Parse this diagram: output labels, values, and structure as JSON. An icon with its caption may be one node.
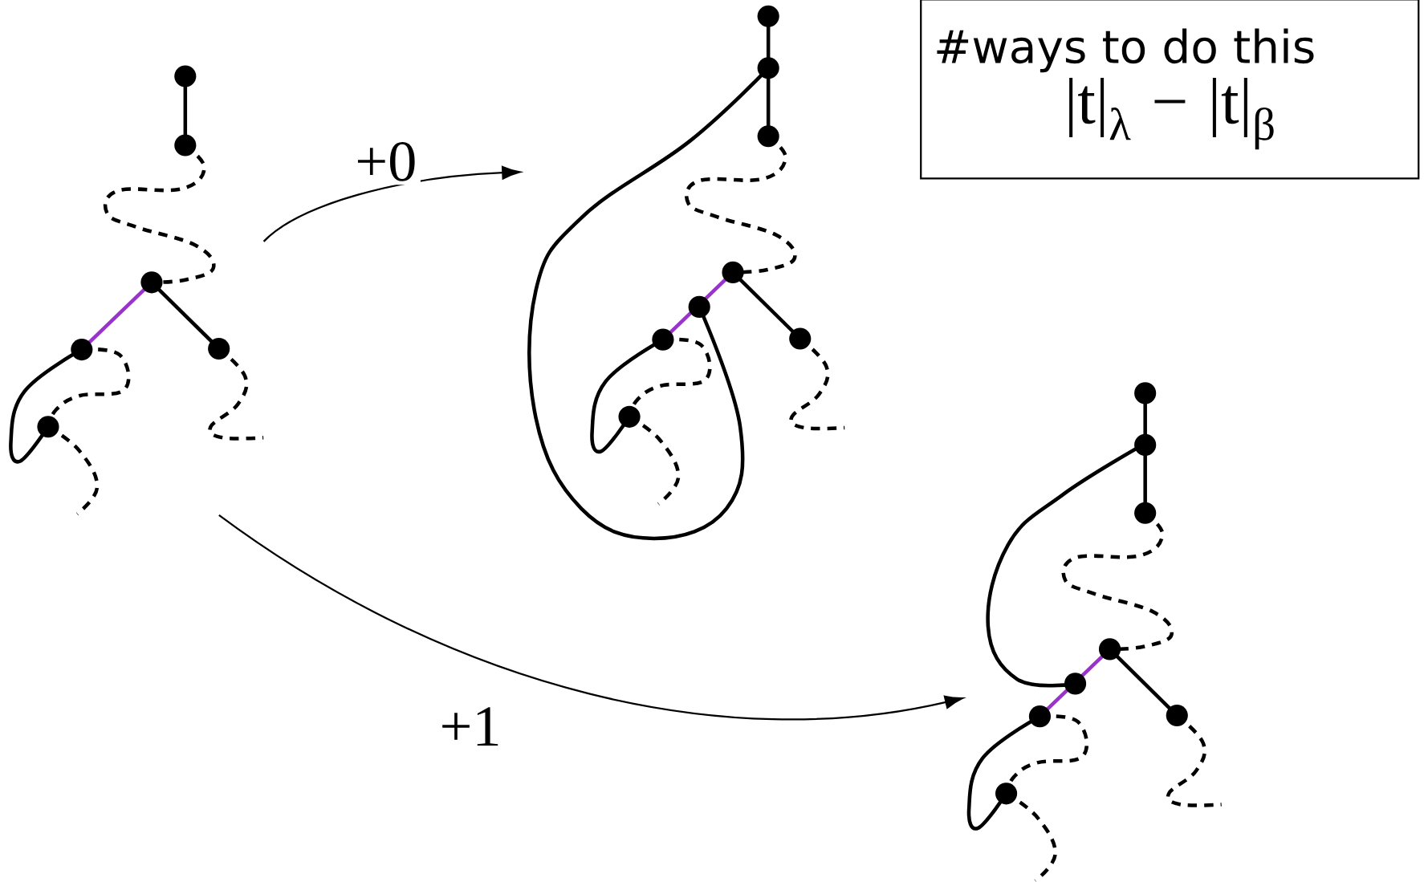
{
  "diagram": {
    "nodes": [
      {
        "text": [],
        "shape": "picture"
      },
      {
        "text": [],
        "shape": "picture"
      },
      {
        "text": [
          "#ways to do this",
          "|t|$_{λ}$ − |t|$_{β}$"
        ]
      },
      {
        "text": [],
        "shape": "picture"
      }
    ],
    "edges": [
      {
        "from": 0,
        "to": 1,
        "arrow": "to",
        "label": "+0"
      },
      {
        "from": 0,
        "to": 3,
        "arrow": "to",
        "label": "+1"
      }
    ]
  }
}
